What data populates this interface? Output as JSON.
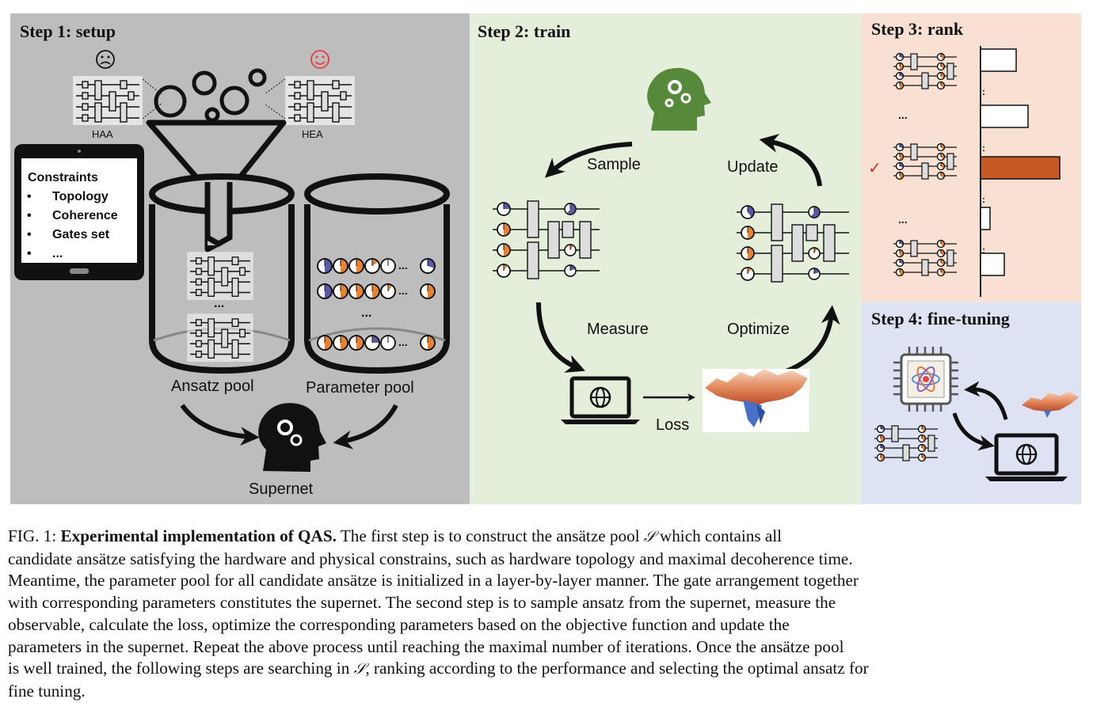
{
  "figure": {
    "step1": {
      "title": "Step 1: setup",
      "haa_label": "HAA",
      "hea_label": "HEA",
      "sad_face": "☹",
      "happy_face": "☺",
      "constraints": {
        "heading": "Constraints",
        "items": [
          "Topology",
          "Coherence",
          "Gates set",
          "..."
        ]
      },
      "ansatz_pool_label": "Ansatz pool",
      "parameter_pool_label": "Parameter pool",
      "ellipsis": "...",
      "supernet_label": "Supernet"
    },
    "step2": {
      "title": "Step 2: train",
      "sample_label": "Sample",
      "update_label": "Update",
      "measure_label": "Measure",
      "optimize_label": "Optimize",
      "loss_label": "Loss"
    },
    "step3": {
      "title": "Step 3: rank",
      "ellipsis": "...",
      "check": "✓",
      "bar_values": [
        0.45,
        0.6,
        1.0,
        0.12,
        0.3
      ]
    },
    "step4": {
      "title": "Step 4: fine-tuning"
    },
    "colors": {
      "step1_bg": "#bdbdbd",
      "step2_bg": "#e3eedb",
      "step3_bg": "#f8e0d2",
      "step4_bg": "#dde3f2",
      "orange": "#e8822e",
      "purple": "#5c5aa8",
      "brain_green": "#56893a",
      "selected_bar": "#c55a24"
    }
  },
  "caption": {
    "label": "FIG. 1:",
    "bold_title": "Experimental implementation of QAS.",
    "line1_a": "The first step is to construct the ansätze pool",
    "symbol": "𝒮",
    "line1_b": "which contains all",
    "line2": "candidate ansätze satisfying the hardware and physical constrains, such as hardware topology and maximal decoherence time.",
    "line3": "Meantime, the parameter pool for all candidate ansätze is initialized in a layer-by-layer manner. The gate arrangement together",
    "line4": "with corresponding parameters constitutes the supernet. The second step is to sample ansatz from the supernet, measure the",
    "line5": "observable, calculate the loss, optimize the corresponding parameters based on the objective function and update the",
    "line6": "parameters in the supernet. Repeat the above process until reaching the maximal number of iterations. Once the ansätze pool",
    "line7_a": "is well trained, the following steps are searching in",
    "line7_b": ", ranking according to the performance and selecting the optimal ansatz for",
    "line8": "fine tuning."
  }
}
